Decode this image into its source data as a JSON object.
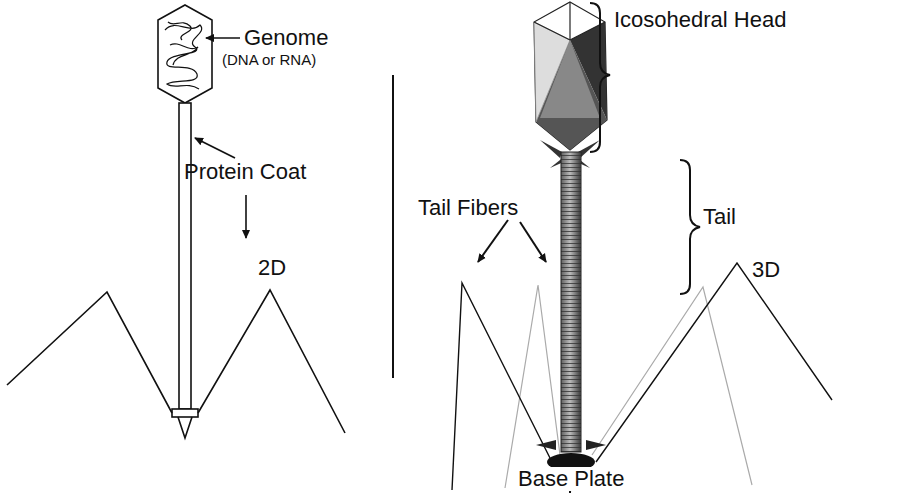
{
  "diagram": {
    "labels": [
      "Genome",
      "(DNA or RNA)",
      "Protein Coat",
      "2D",
      "Icosohedral Head",
      "Tail",
      "Tail Fibers",
      "Base Plate",
      "3D"
    ]
  }
}
